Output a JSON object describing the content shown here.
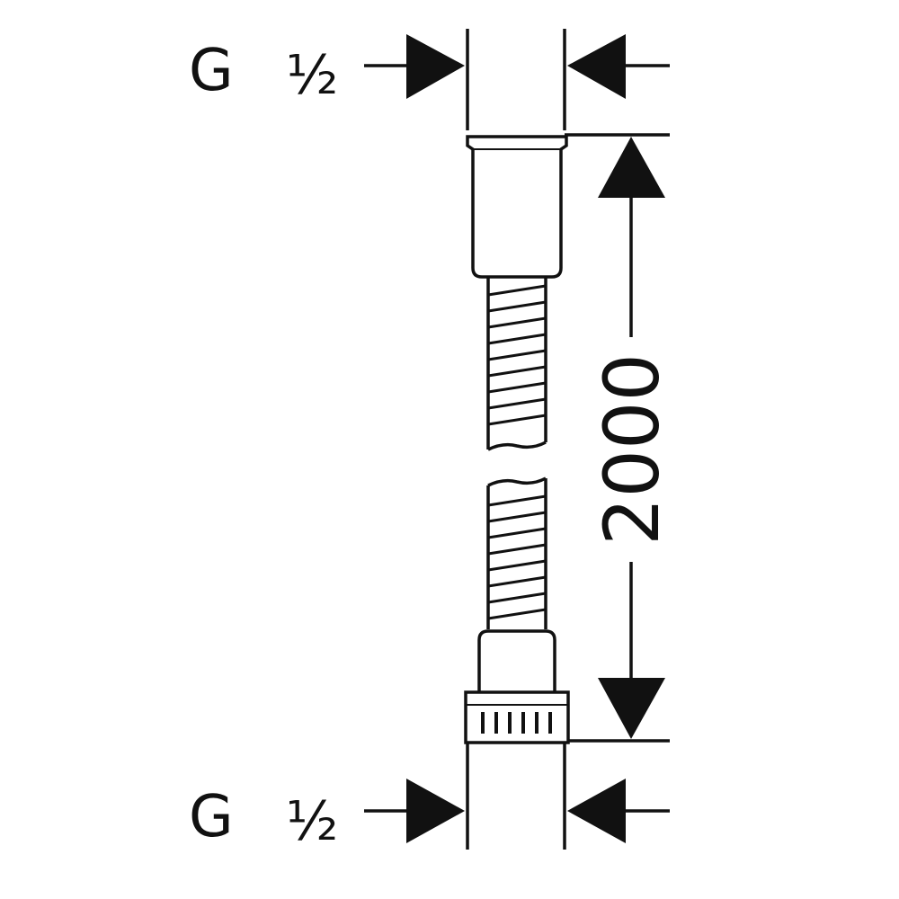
{
  "drawing": {
    "top_thread": {
      "letter": "G",
      "size": "½"
    },
    "bottom_thread": {
      "letter": "G",
      "size": "½"
    },
    "length_dimension": "2000",
    "colors": {
      "line": "#111111",
      "background": "#ffffff"
    }
  }
}
